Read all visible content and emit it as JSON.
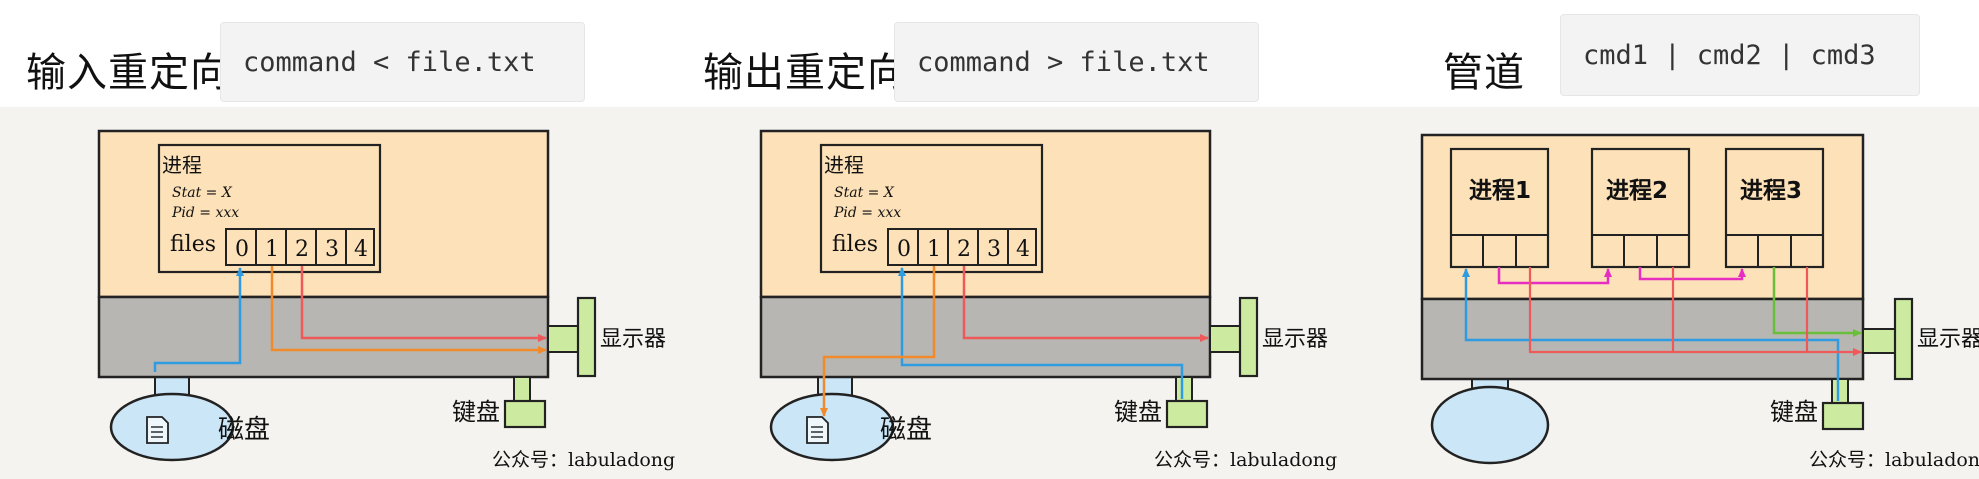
{
  "panels": [
    {
      "title": "输入重定向",
      "code": "command < file.txt",
      "process_box": {
        "title": "进程",
        "state_line": "Stat = X",
        "pid_line": "Pid = xxx",
        "files_label": "files",
        "fds": [
          "0",
          "1",
          "2",
          "3",
          "4"
        ]
      },
      "monitor_label": "显示器",
      "keyboard_label": "键盘",
      "disk_label": "磁盘",
      "credit": "公众号：labuladong"
    },
    {
      "title": "输出重定向",
      "code": "command > file.txt",
      "process_box": {
        "title": "进程",
        "state_line": "Stat = X",
        "pid_line": "Pid = xxx",
        "files_label": "files",
        "fds": [
          "0",
          "1",
          "2",
          "3",
          "4"
        ]
      },
      "monitor_label": "显示器",
      "keyboard_label": "键盘",
      "disk_label": "磁盘",
      "credit": "公众号：labuladong"
    },
    {
      "title": "管道",
      "code": "cmd1 | cmd2 | cmd3",
      "processes": [
        "进程1",
        "进程2",
        "进程3"
      ],
      "monitor_label": "显示器",
      "keyboard_label": "键盘",
      "credit": "公众号：labuladong"
    }
  ],
  "colors": {
    "os_space": "#fde1b8",
    "kernel_band": "#b7b6b2",
    "device_green": "#cdeba0",
    "disk_blue": "#cbe6f7",
    "arrow_blue": "#2f9be0",
    "arrow_orange": "#f08a2a",
    "arrow_red": "#ee5a5a",
    "arrow_magenta": "#e62fc0",
    "arrow_green": "#6abf3a"
  }
}
